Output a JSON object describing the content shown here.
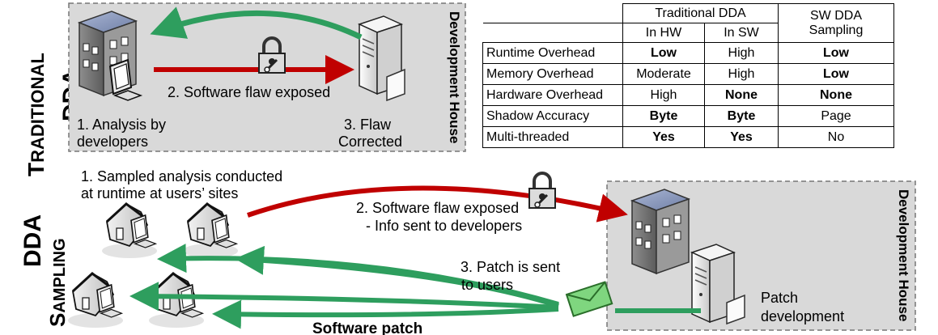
{
  "top_section": {
    "side_title": [
      "Traditional",
      "DDA"
    ],
    "box_title": "Development House",
    "step1": [
      "1. Analysis by",
      "developers"
    ],
    "step2": "2. Software flaw exposed",
    "step3": [
      "3. Flaw",
      "Corrected"
    ]
  },
  "bottom_section": {
    "side_title": [
      "DDA",
      "Sampling"
    ],
    "step1": [
      "1. Sampled analysis conducted",
      "at runtime at users’ sites"
    ],
    "step2": [
      "2. Software flaw exposed",
      "- Info sent to developers"
    ],
    "step3": [
      "3. Patch is sent",
      "to users"
    ],
    "box_title": "Development House",
    "box_label": [
      "Patch",
      "development"
    ],
    "patch_label": "Software patch"
  },
  "table": {
    "group_header": "Traditional DDA",
    "sub_headers": [
      "In HW",
      "In SW"
    ],
    "last_header": [
      "SW DDA",
      "Sampling"
    ],
    "rows": [
      {
        "name": "Runtime Overhead",
        "hw": "Low",
        "sw": "High",
        "samp": "Low",
        "bold": [
          true,
          false,
          true
        ]
      },
      {
        "name": "Memory Overhead",
        "hw": "Moderate",
        "sw": "High",
        "samp": "Low",
        "bold": [
          false,
          false,
          true
        ]
      },
      {
        "name": "Hardware Overhead",
        "hw": "High",
        "sw": "None",
        "samp": "None",
        "bold": [
          false,
          true,
          true
        ]
      },
      {
        "name": "Shadow Accuracy",
        "hw": "Byte",
        "sw": "Byte",
        "samp": "Page",
        "bold": [
          true,
          true,
          false
        ]
      },
      {
        "name": "Multi-threaded",
        "hw": "Yes",
        "sw": "Yes",
        "samp": "No",
        "bold": [
          true,
          true,
          false
        ]
      }
    ]
  },
  "colors": {
    "red_arrow": "#c00000",
    "green_arrow": "#2e9e5e",
    "dev_box": "#d9d9d9",
    "building": "#8a9bb8",
    "server": "#e8e8e8",
    "envelope": "#7fd67f"
  }
}
